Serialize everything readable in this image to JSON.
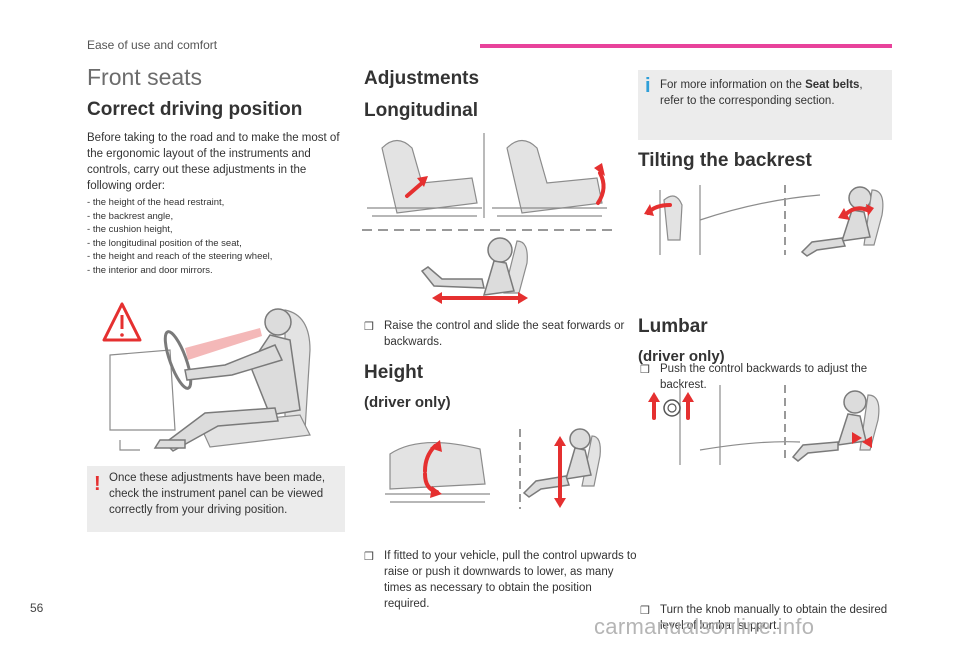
{
  "header": {
    "section_title": "Ease of use and comfort",
    "accent_color": "#e8429b"
  },
  "page": {
    "title": "Front seats",
    "number": "56"
  },
  "correct_position": {
    "heading": "Correct driving position",
    "intro": "Before taking to the road and to make the most of the ergonomic layout of the instruments and controls, carry out these adjustments in the following order:",
    "items": [
      "the height of the head restraint,",
      "the backrest angle,",
      "the cushion height,",
      "the longitudinal position of the seat,",
      "the height and reach of the steering wheel,",
      "the interior and door mirrors."
    ],
    "warning": "Once these adjustments have been made, check the instrument panel can be viewed correctly from your driving position."
  },
  "adjustments": {
    "heading": "Adjustments",
    "longitudinal": {
      "heading": "Longitudinal",
      "instruction": "Raise the control and slide the seat forwards or backwards."
    },
    "height": {
      "heading": "Height",
      "subheading": "(driver only)",
      "instruction": "If fitted to your vehicle, pull the control upwards to raise or push it downwards to lower, as many times as necessary to obtain the position required."
    }
  },
  "info_note": {
    "prefix": "For more information on the ",
    "bold": "Seat belts",
    "suffix": ", refer to the corresponding section."
  },
  "tilting": {
    "heading": "Tilting the backrest",
    "instruction": "Push the control backwards to adjust the backrest."
  },
  "lumbar": {
    "heading": "Lumbar",
    "subheading": "(driver only)",
    "instruction": "Turn the knob manually to obtain the desired level of lumbar support."
  },
  "icons": {
    "checkbox": "checkbox-icon",
    "warning": "warning-icon",
    "info": "info-icon"
  },
  "colors": {
    "warning_red": "#e53030",
    "info_blue": "#2f9fd8",
    "note_bg": "#ececec"
  },
  "watermark": "carmanualsonline.info"
}
